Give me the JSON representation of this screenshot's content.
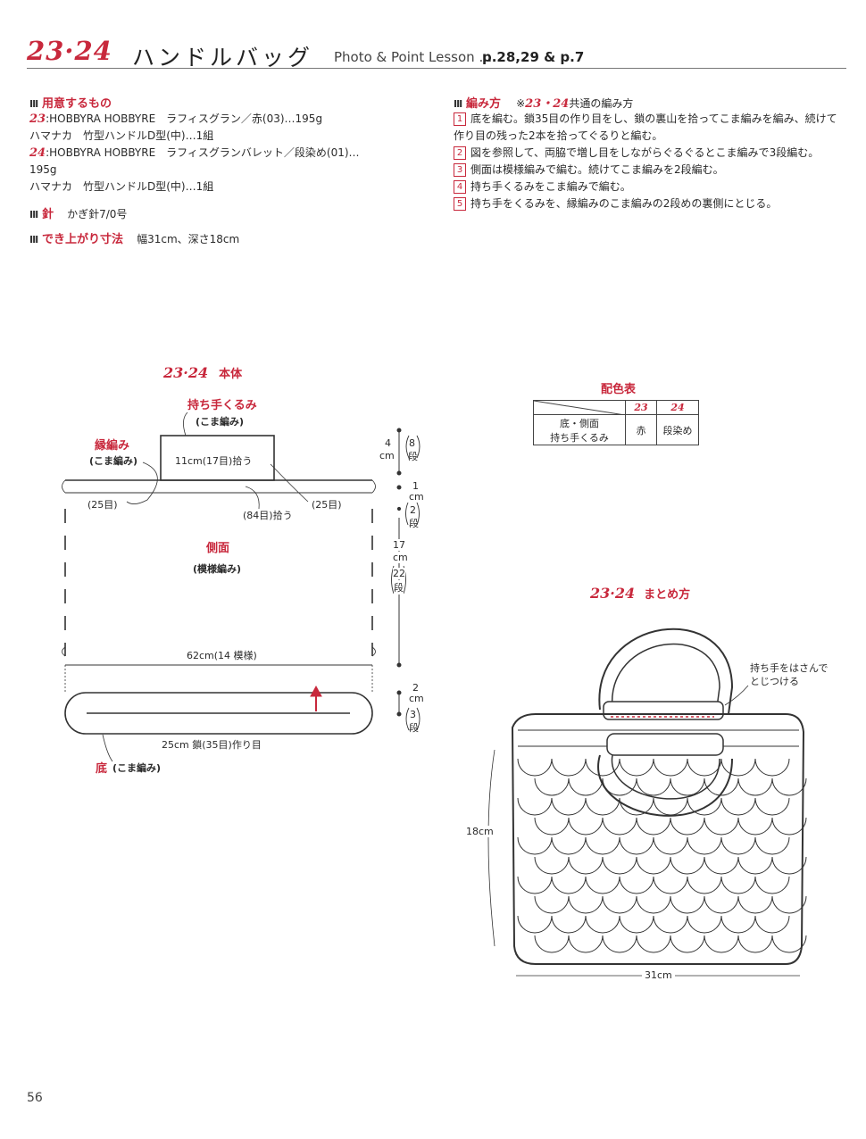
{
  "header": {
    "pattern_numbers": "23·24",
    "title": "ハンドルバッグ",
    "lesson": "Photo & Point Lesson …",
    "pages": "p.28,29 & p.7"
  },
  "materials": {
    "heading": "用意するもの",
    "num23": "23",
    "line23": ":HOBBYRA HOBBYRE　ラフィスグラン／赤(03)…195g",
    "line23b": "ハマナカ　竹型ハンドルD型(中)…1組",
    "num24": "24",
    "line24": ":HOBBYRA HOBBYRE　ラフィスグランバレット／段染め(01)…",
    "line24a": "195g",
    "line24b": "ハマナカ　竹型ハンドルD型(中)…1組"
  },
  "needle": {
    "heading": "針",
    "value": "かぎ針7/0号"
  },
  "size": {
    "heading": "でき上がり寸法",
    "value": "幅31cm、深さ18cm"
  },
  "method": {
    "heading": "編み方",
    "note_prefix": "※",
    "note_nums": "23・24",
    "note_suffix": "共通の編み方",
    "steps": [
      {
        "n": "1",
        "text": "底を編む。鎖35目の作り目をし、鎖の裏山を拾ってこま編みを編み、続けて"
      },
      {
        "n": "",
        "text": "作り目の残った2本を拾ってぐるりと編む。"
      },
      {
        "n": "2",
        "text": "図を参照して、両脇で増し目をしながらぐるぐるとこま編みで3段編む。"
      },
      {
        "n": "3",
        "text": "側面は模様編みで編む。続けてこま編みを2段編む。"
      },
      {
        "n": "4",
        "text": "持ち手くるみをこま編みで編む。"
      },
      {
        "n": "5",
        "text": "持ち手をくるみを、縁編みのこま編みの2段めの裏側にとじる。"
      }
    ]
  },
  "body_diagram": {
    "title_nums": "23·24",
    "title": "本体",
    "handle_wrap": "持ち手くるみ",
    "handle_wrap_stitch": "(こま編み)",
    "edge": "縁編み",
    "edge_stitch": "(こま編み)",
    "handle_pick": "11cm(17目)拾う",
    "left_25": "(25目)",
    "right_25": "(25目)",
    "pick_84": "(84目)拾う",
    "side": "側面",
    "side_stitch": "(模様編み)",
    "width_62": "62cm(14 模様)",
    "base_chain": "25cm 鎖(35目)作り目",
    "bottom": "底",
    "bottom_stitch": "(こま編み)",
    "dim_4": "4",
    "dim_4cm": "cm",
    "dim_8": "8",
    "dim_dan": "段",
    "dim_1": "1",
    "dim_1cm": "cm",
    "dim_2": "2",
    "dim_17": "17",
    "dim_17cm": "cm",
    "dim_22": "22",
    "dim_2b": "2",
    "dim_2bcm": "cm",
    "dim_3": "3"
  },
  "color_table": {
    "title": "配色表",
    "col23": "23",
    "col24": "24",
    "row_label1": "底・側面",
    "row_label2": "持ち手くるみ",
    "val23": "赤",
    "val24": "段染め"
  },
  "assembly": {
    "title_nums": "23·24",
    "title": "まとめ方",
    "note1": "持ち手をはさんで",
    "note2": "とじつける",
    "height": "18cm",
    "width": "31cm"
  },
  "page_number": "56"
}
